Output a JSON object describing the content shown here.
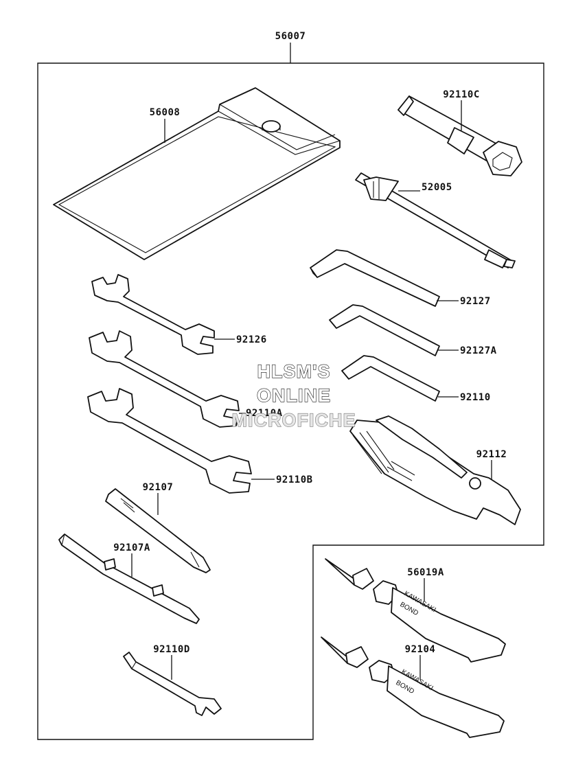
{
  "assembly": {
    "number": "56007"
  },
  "parts": {
    "p56008": "56008",
    "p92110C": "92110C",
    "p52005": "52005",
    "p92127": "92127",
    "p92127A": "92127A",
    "p92110": "92110",
    "p92126": "92126",
    "p92110A": "92110A",
    "p92110B": "92110B",
    "p92112": "92112",
    "p92107": "92107",
    "p92107A": "92107A",
    "p92110D": "92110D",
    "p56019A": "56019A",
    "p92104": "92104"
  },
  "tube_print": {
    "brand": "KAWASAKI",
    "product": "BOND"
  },
  "watermark": {
    "line1": "HLSM'S",
    "line2": "ONLINE",
    "line3": "MICROFICHE"
  }
}
